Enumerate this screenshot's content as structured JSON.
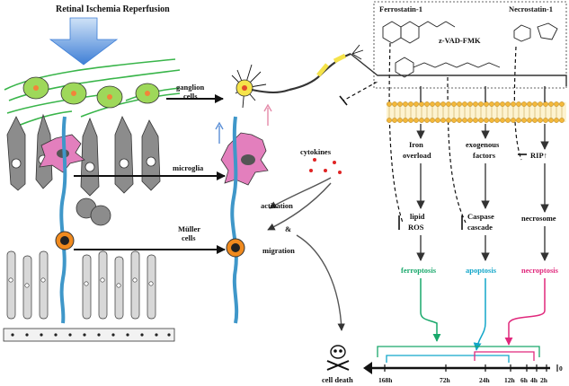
{
  "title": "Retinal Ischemia Reperfusion",
  "labels": {
    "ganglion_line1": "ganglion",
    "ganglion_line2": "cells",
    "microglia": "microglia",
    "muller_line1": "Müller",
    "muller_line2": "cells",
    "cytokines": "cytokines",
    "activation": "activation",
    "ampersand": "&",
    "migration": "migration",
    "cell_death": "cell death"
  },
  "inhibitors": {
    "ferrostatin": "Ferrostatin-1",
    "zvad": "z-VAD-FMK",
    "necrostatin": "Necrostatin-1"
  },
  "pathways": {
    "iron_overload": [
      "Iron",
      "overload"
    ],
    "exogenous": [
      "exogenous",
      "factors"
    ],
    "rip": "RIP↑",
    "lipid_ros": [
      "lipid",
      "ROS"
    ],
    "caspase": [
      "Caspase",
      "cascade"
    ],
    "necrosome": "necrosome"
  },
  "death_types": {
    "ferroptosis": "ferroptosis",
    "apoptosis": "apoptosis",
    "necroptosis": "necroptosis"
  },
  "timeline": {
    "ticks": [
      "168h",
      "72h",
      "24h",
      "12h",
      "6h",
      "4h",
      "2h",
      "0"
    ]
  },
  "colors": {
    "ferroptosis": "#19a86b",
    "apoptosis": "#12a6c9",
    "necroptosis": "#e0287c",
    "ganglion_cell": "#9ed85a",
    "axon": "#39b54a",
    "microglia": "#e37fbd",
    "muller": "#3f97c9",
    "membrane": "#f4b83a",
    "arrow_blue": "#5b8fd6"
  }
}
